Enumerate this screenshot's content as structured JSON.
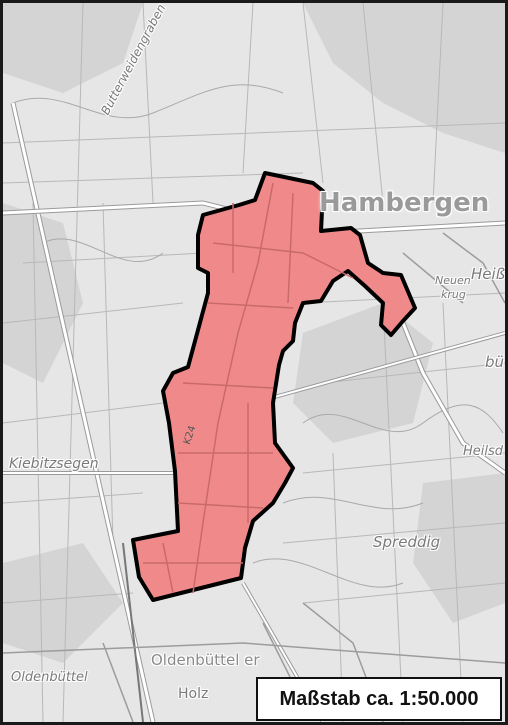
{
  "map": {
    "place_labels": {
      "hambergen": "Hambergen",
      "spreddig": "Spreddig",
      "kiebitzsegen": "Kiebitzsegen",
      "oldenbuettel": "Oldenbüttel er",
      "oldenbuettel_west": "Oldenbüttel",
      "holz": "Holz",
      "heilsdorf": "Heilsd",
      "neuen": "Neuen",
      "krug": "krug",
      "heiss": "Heiß",
      "bu": "bü",
      "graben": "Butterweidengraben",
      "road_k24": "K24"
    },
    "colors": {
      "area_fill": "#f08a8a",
      "area_outline": "#000000",
      "background": "#e6e6e6",
      "road": "#ffffff"
    }
  },
  "scale_box": {
    "label": "Maßstab ca. 1:50.000"
  }
}
